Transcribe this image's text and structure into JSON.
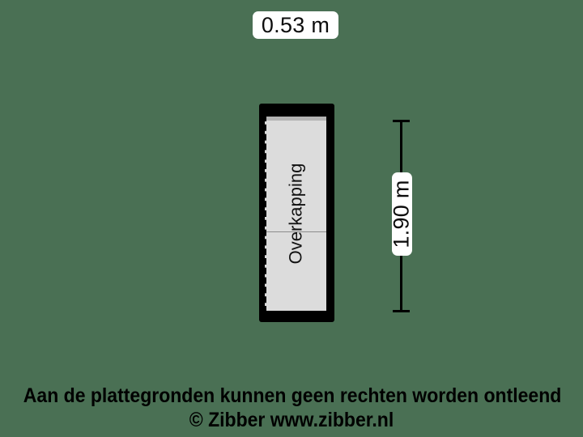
{
  "background_color": "#4a7054",
  "plan": {
    "room_label": "Overkapping",
    "wall_color": "#000000",
    "interior_color": "#dcdcdc"
  },
  "dimensions": {
    "top": {
      "label": "0.53 m",
      "orientation": "horizontal"
    },
    "right": {
      "label": "1.90 m",
      "orientation": "vertical"
    }
  },
  "footer": {
    "line1": "Aan de plattegronden kunnen geen rechten worden ontleend",
    "line2": "© Zibber www.zibber.nl"
  }
}
